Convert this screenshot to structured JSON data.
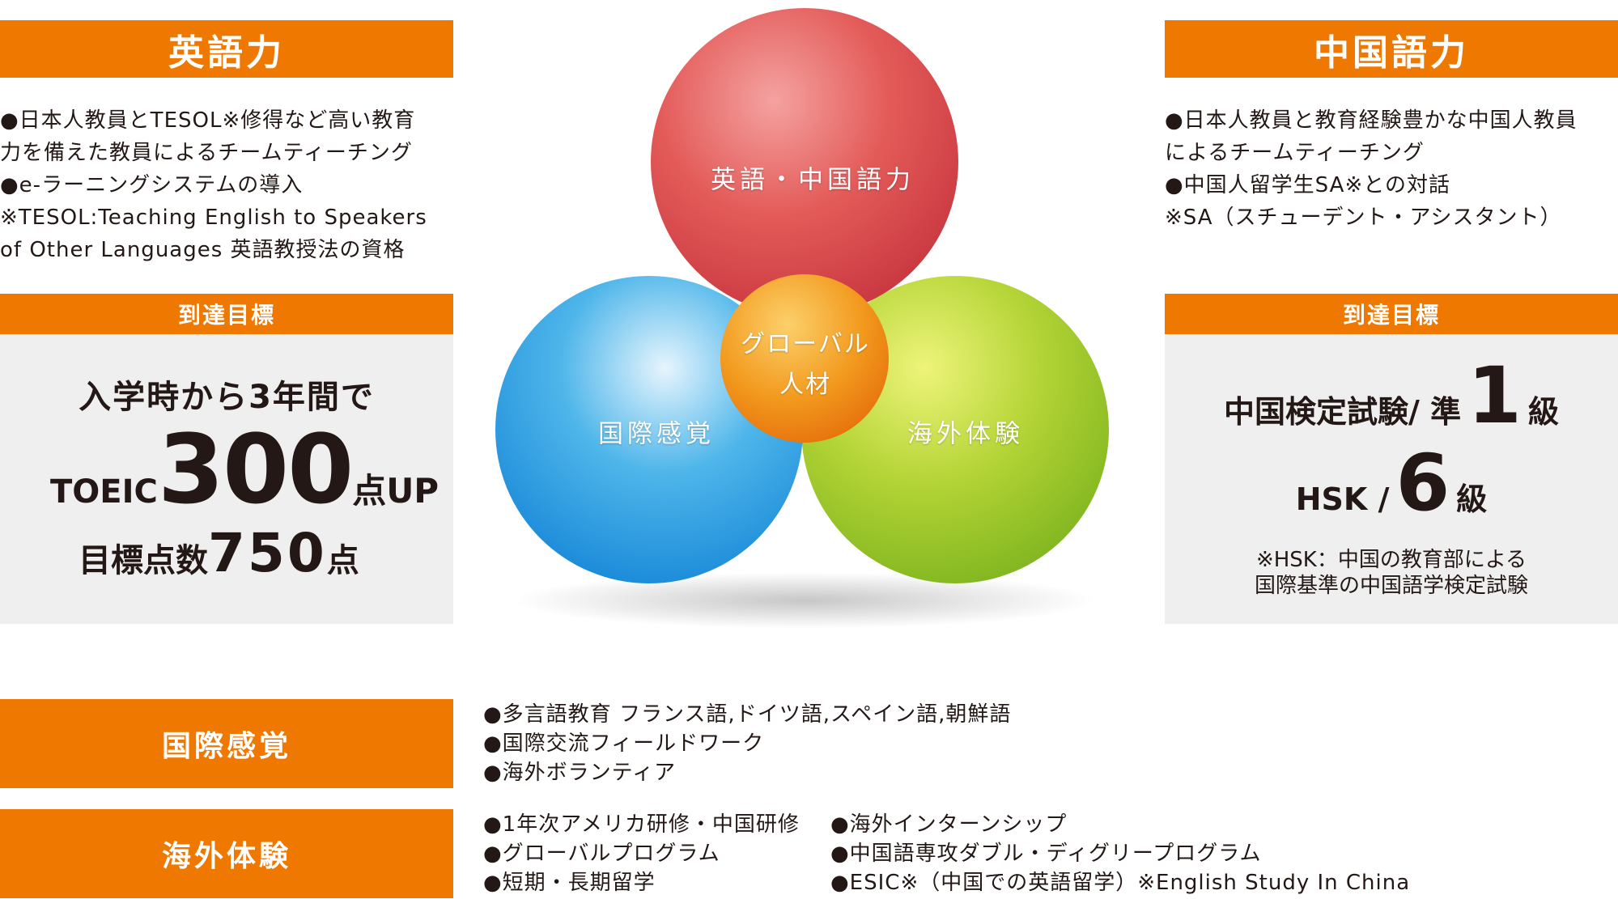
{
  "english": {
    "title": "英語力",
    "lines": [
      "●日本人教員とTESOL※修得など高い教育",
      "力を備えた教員によるチームティーチング",
      "●e-ラーニングシステムの導入",
      "※TESOL:Teaching English to Speakers",
      "of Other Languages 英語教授法の資格"
    ],
    "goal_label": "到達目標",
    "goal_line1": "入学時から3年間で",
    "toeic_prefix": "TOEIC",
    "toeic_number": "300",
    "toeic_suffix": "点UP",
    "target_prefix": "目標点数",
    "target_number": "750",
    "target_suffix": "点"
  },
  "chinese": {
    "title": "中国語力",
    "lines": [
      "●日本人教員と教育経験豊かな中国人教員",
      "によるチームティーチング",
      "●中国人留学生SA※との対話",
      "※SA（スチューデント・アシスタント）"
    ],
    "goal_label": "到達目標",
    "kentei_prefix": "中国検定試験/ 準",
    "kentei_number": "1",
    "kentei_suffix": "級",
    "hsk_prefix": "HSK /",
    "hsk_number": "6",
    "hsk_suffix": "級",
    "note1": "※HSK：中国の教育部による",
    "note2": "国際基準の中国語学検定試験"
  },
  "venn": {
    "top_label": "英語・中国語力",
    "left_label": "国際感覚",
    "right_label": "海外体験",
    "center_line1": "グローバル",
    "center_line2": "人材",
    "colors": {
      "red": "#e0474c",
      "blue": "#2a9fe0",
      "green": "#8fc31f",
      "orange": "#ee7800"
    }
  },
  "kokusai": {
    "title": "国際感覚",
    "lines": [
      "●多言語教育 フランス語,ドイツ語,スペイン語,朝鮮語",
      "●国際交流フィールドワーク",
      "●海外ボランティア"
    ]
  },
  "kaigai": {
    "title": "海外体験",
    "col1": [
      "●1年次アメリカ研修・中国研修",
      "●グローバルプログラム",
      "●短期・長期留学"
    ],
    "col2": [
      "●海外インターンシップ",
      "●中国語専攻ダブル・ディグリープログラム",
      "●ESIC※（中国での英語留学）※English Study In China"
    ]
  }
}
